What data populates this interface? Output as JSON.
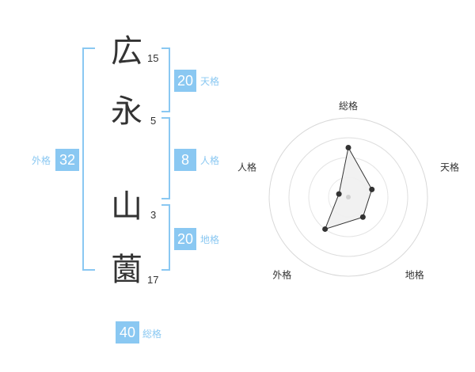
{
  "name": {
    "chars": [
      {
        "char": "広",
        "strokes": "15"
      },
      {
        "char": "永",
        "strokes": "5"
      },
      {
        "char": "山",
        "strokes": "3"
      },
      {
        "char": "薗",
        "strokes": "17"
      }
    ]
  },
  "kakusu": {
    "tenkaku": {
      "label": "天格",
      "value": "20"
    },
    "jinkaku": {
      "label": "人格",
      "value": "8"
    },
    "chikaku": {
      "label": "地格",
      "value": "20"
    },
    "gaikaku": {
      "label": "外格",
      "value": "32"
    },
    "soukaku": {
      "label": "総格",
      "value": "40"
    }
  },
  "chart_data": {
    "type": "radar",
    "axes": [
      "総格",
      "天格",
      "地格",
      "外格",
      "人格"
    ],
    "values": [
      40,
      20,
      20,
      32,
      8
    ],
    "rmax": 64,
    "rings": 4,
    "color": "#333333",
    "fill": "#f0f0f0"
  }
}
